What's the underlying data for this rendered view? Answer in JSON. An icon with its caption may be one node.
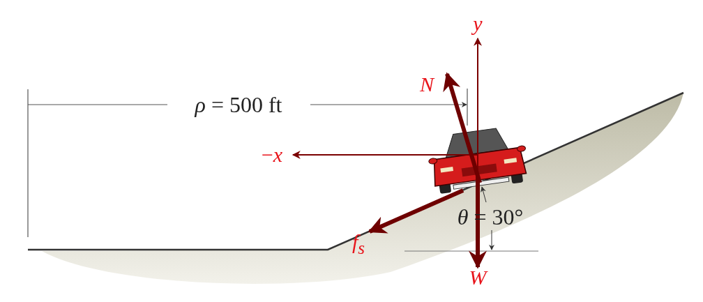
{
  "diagram": {
    "labels": [
      "y",
      "N",
      "*ρ* = 500 ft",
      "−*x*",
      "*θ* = 30°",
      "f$_{s}$",
      "W"
    ]
  }
}
